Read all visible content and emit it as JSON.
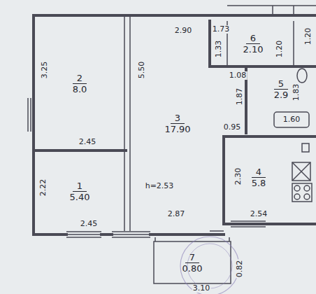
{
  "diagram": {
    "nodes": [
      {
        "text": [
          "2",
          "8.0"
        ]
      },
      {
        "text": [
          "6",
          "2.10"
        ]
      },
      {
        "text": [
          "3",
          "17.90"
        ]
      },
      {
        "text": [
          "5",
          "2.9"
        ]
      },
      {
        "text": [
          "1",
          "5.40"
        ]
      },
      {
        "text": [
          "4",
          "5.8"
        ]
      },
      {
        "text": [
          "7",
          "0.80"
        ]
      }
    ],
    "labels": [
      "3.25",
      "2.45",
      "2.22",
      "2.45",
      "5.50",
      "2.90",
      "1.73",
      "1.33",
      "1.20",
      "1.20",
      "1.08",
      "1.87",
      "1.83",
      "1.60",
      "0.95",
      "2.30",
      "h=2.53",
      "2.87",
      "2.54",
      "0.82",
      "3.10"
    ]
  }
}
